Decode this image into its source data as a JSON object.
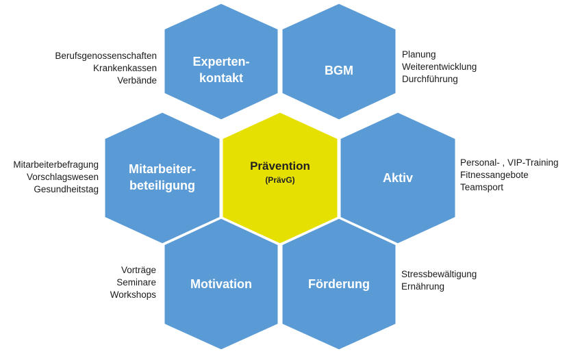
{
  "colors": {
    "hex_blue": "#5b9bd5",
    "hex_yellow": "#e6e000",
    "hex_stroke": "#ffffff"
  },
  "hexagons": {
    "center": {
      "title": "Prävention",
      "subtitle": "(PrävG)"
    },
    "experten": {
      "line1": "Experten-",
      "line2": "kontakt"
    },
    "bgm": {
      "label": "BGM"
    },
    "mitarbeiter": {
      "line1": "Mitarbeiter-",
      "line2": "beteiligung"
    },
    "aktiv": {
      "label": "Aktiv"
    },
    "motivation": {
      "label": "Motivation"
    },
    "foerderung": {
      "label": "Förderung"
    }
  },
  "notes": {
    "experten": [
      "Berufsgenossenschaften",
      "Krankenkassen",
      "Verbände"
    ],
    "bgm": [
      "Planung",
      "Weiterentwicklung",
      "Durchführung"
    ],
    "mitarbeiter": [
      "Mitarbeiterbefragung",
      "Vorschlagswesen",
      "Gesundheitstag"
    ],
    "aktiv": [
      "Personal- , VIP-Training",
      "Fitnessangebote",
      "Teamsport"
    ],
    "motivation": [
      "Vorträge",
      "Seminare",
      "Workshops"
    ],
    "foerderung": [
      "Stressbewältigung",
      "Ernährung"
    ]
  }
}
